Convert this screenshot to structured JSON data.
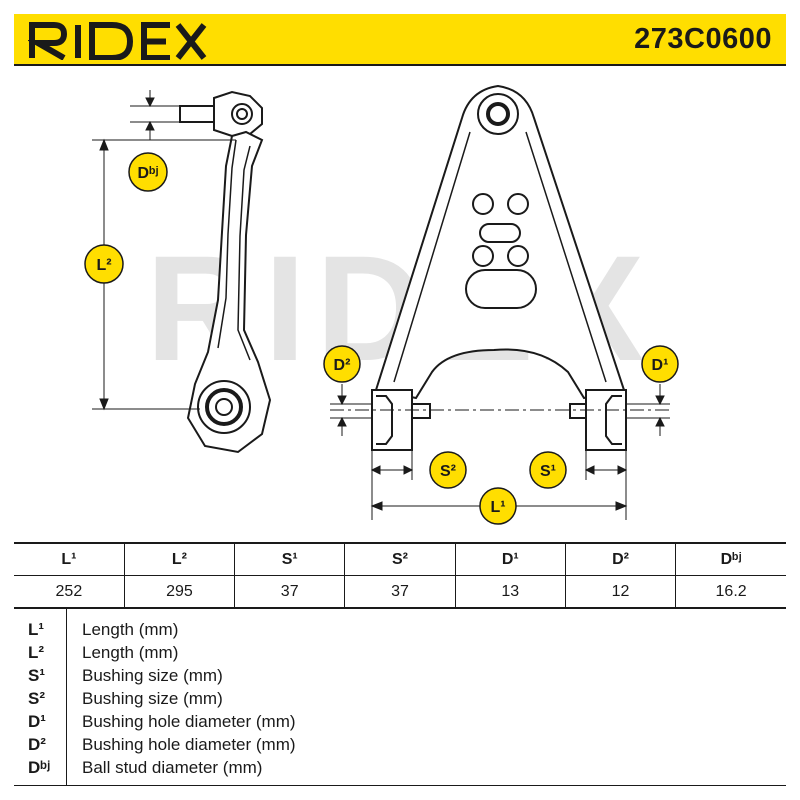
{
  "header": {
    "brand": "RIDEX",
    "part_number": "273C0600",
    "accent_color": "#ffde00"
  },
  "diagram_labels": {
    "d_bj": "Dᵇʲ",
    "l2": "L²",
    "d2": "D²",
    "d1": "D¹",
    "s2": "S²",
    "s1": "S¹",
    "l1": "L¹"
  },
  "watermark": "RIDEX",
  "spec_table": {
    "headers": [
      "L¹",
      "L²",
      "S¹",
      "S²",
      "D¹",
      "D²",
      "Dᵇʲ"
    ],
    "values": [
      "252",
      "295",
      "37",
      "37",
      "13",
      "12",
      "16.2"
    ]
  },
  "legend": [
    {
      "symbol": "L¹",
      "description": "Length (mm)"
    },
    {
      "symbol": "L²",
      "description": "Length (mm)"
    },
    {
      "symbol": "S¹",
      "description": "Bushing size (mm)"
    },
    {
      "symbol": "S²",
      "description": "Bushing size (mm)"
    },
    {
      "symbol": "D¹",
      "description": "Bushing hole diameter (mm)"
    },
    {
      "symbol": "D²",
      "description": "Bushing hole diameter (mm)"
    },
    {
      "symbol": "Dᵇʲ",
      "description": "Ball stud diameter (mm)"
    }
  ]
}
